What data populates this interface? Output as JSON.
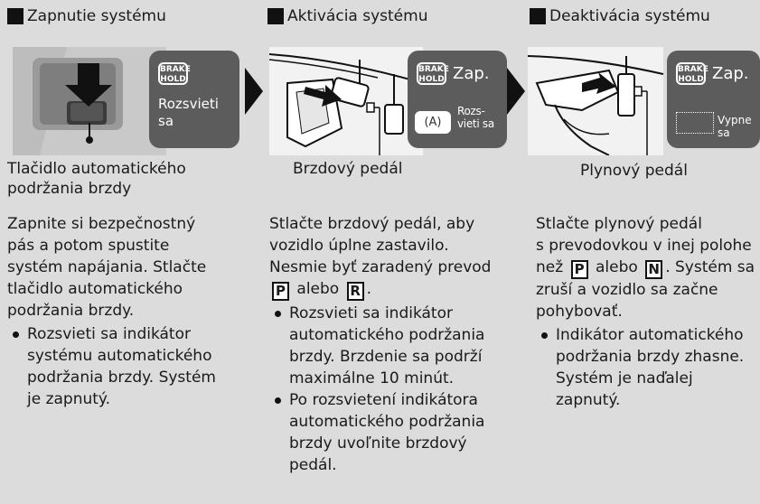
{
  "col1": {
    "heading": "Zapnutie systému",
    "badge_l1": "BRAKE",
    "badge_l2": "HOLD",
    "panel_l1": "Rozsvieti",
    "panel_l2": "sa",
    "caption_l1": "Tlačidlo automatického",
    "caption_l2": "podržania brzdy",
    "body_lines": [
      "Zapnite si bezpečnostný",
      "pás a potom spustite",
      "systém napájania. Stlačte",
      "tlačidlo automatického",
      "podržania brzdy."
    ],
    "bullet1_lines": [
      "Rozsvieti sa indikátor",
      "systému automatického",
      "podržania brzdy. Systém",
      "je zapnutý."
    ]
  },
  "col2": {
    "heading": "Aktivácia systému",
    "badge_l1": "BRAKE",
    "badge_l2": "HOLD",
    "zap": "Zap.",
    "auto_symbol": "(A)",
    "panel_l1": "Rozs-",
    "panel_l2": "vieti sa",
    "caption": "Brzdový pedál",
    "body_l1": "Stlačte brzdový pedál, aby",
    "body_l2": "vozidlo úplne zastavilo.",
    "body_l3": "Nesmie byť zaradený prevod",
    "gear_p": "P",
    "alebo": "alebo",
    "gear_r": "R",
    "period": ".",
    "bullet1_lines": [
      "Rozsvieti sa indikátor",
      "automatického podržania",
      "brzdy. Brzdenie sa podrží",
      "maximálne 10 minút."
    ],
    "bullet2_lines": [
      "Po rozsvietení indikátora",
      "automatického podržania",
      "brzdy uvoľnite brzdový",
      "pedál."
    ]
  },
  "col3": {
    "heading": "Deaktivácia systému",
    "badge_l1": "BRAKE",
    "badge_l2": "HOLD",
    "zap": "Zap.",
    "panel_l1": "Vypne",
    "panel_l2": "sa",
    "caption": "Plynový pedál",
    "body_l1": "Stlačte plynový pedál",
    "body_l2": "s prevodovkou v inej polohe",
    "body_l3_a": "než",
    "gear_p": "P",
    "alebo": "alebo",
    "gear_n": "N",
    "body_l3_b": ". Systém sa",
    "body_l4": "zruší a vozidlo sa začne",
    "body_l5": "pohybovať.",
    "bullet1_lines": [
      "Indikátor automatického",
      "podržania brzdy zhasne.",
      "Systém je naďalej",
      "zapnutý."
    ]
  }
}
